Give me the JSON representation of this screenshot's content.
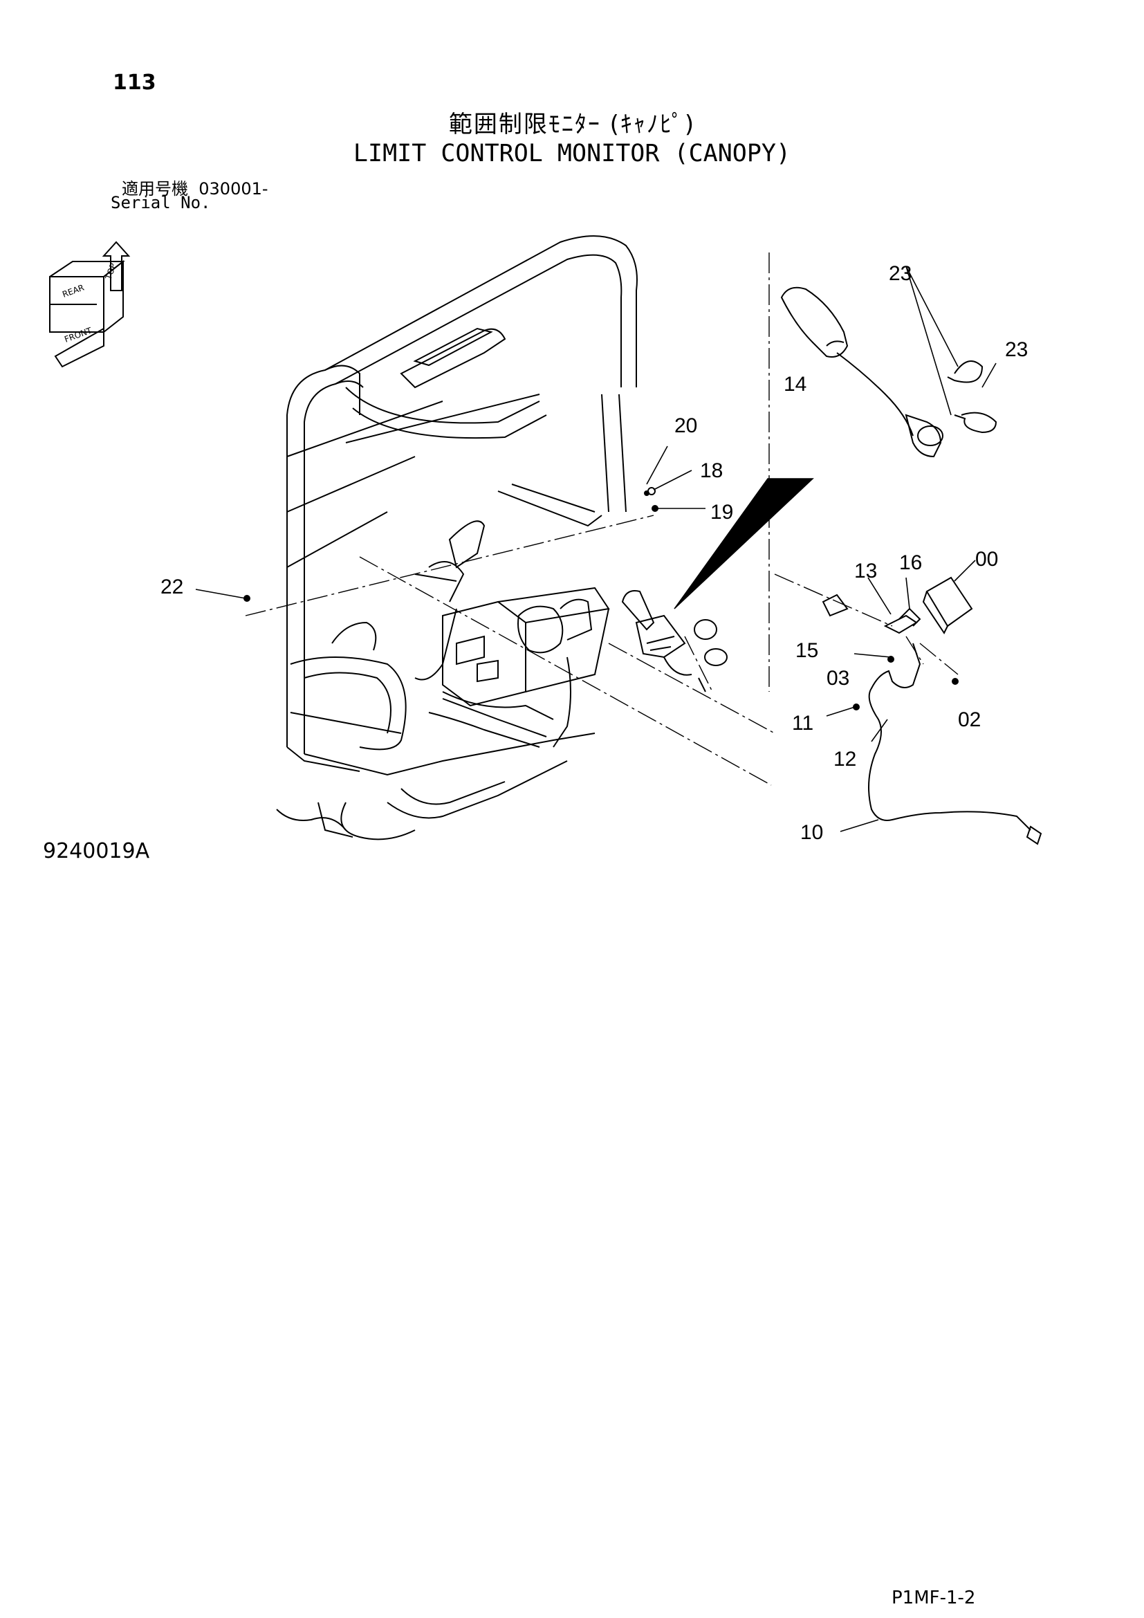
{
  "header": {
    "page_number": "113",
    "title_jp": "範囲制限ﾓﾆﾀｰ (ｷｬﾉﾋﾟ)",
    "title_en": "LIMIT CONTROL MONITOR (CANOPY)",
    "serial_label_jp": "適用号機",
    "serial_value": "030001-",
    "serial_label_en": "Serial No."
  },
  "orientation_icon": {
    "labels": [
      "REAR",
      "TOP",
      "FRONT"
    ]
  },
  "callouts": [
    {
      "id": "c23a",
      "label": "23"
    },
    {
      "id": "c23b",
      "label": "23"
    },
    {
      "id": "c14",
      "label": "14"
    },
    {
      "id": "c20",
      "label": "20"
    },
    {
      "id": "c18",
      "label": "18"
    },
    {
      "id": "c19",
      "label": "19"
    },
    {
      "id": "c22",
      "label": "22"
    },
    {
      "id": "c13",
      "label": "13"
    },
    {
      "id": "c16",
      "label": "16"
    },
    {
      "id": "c00",
      "label": "00"
    },
    {
      "id": "c15",
      "label": "15"
    },
    {
      "id": "c03",
      "label": "03"
    },
    {
      "id": "c02",
      "label": "02"
    },
    {
      "id": "c11",
      "label": "11"
    },
    {
      "id": "c12",
      "label": "12"
    },
    {
      "id": "c10",
      "label": "10"
    }
  ],
  "footer": {
    "figure_code": "9240019A",
    "page_code": "P1MF-1-2"
  }
}
